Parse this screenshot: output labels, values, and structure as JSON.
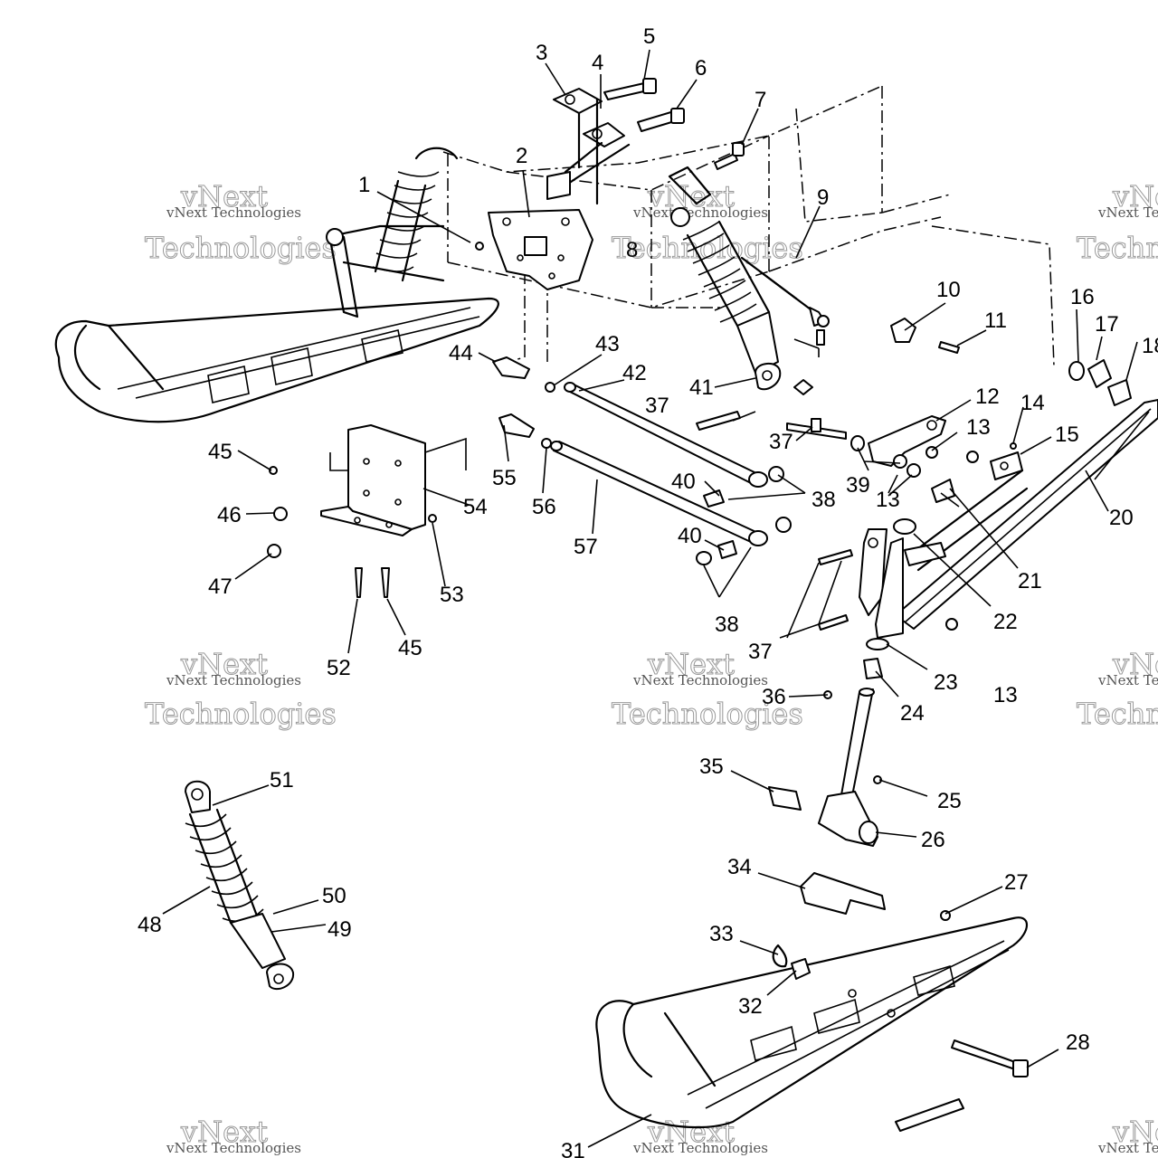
{
  "callouts": {
    "c1": "1",
    "c2": "2",
    "c3": "3",
    "c4": "4",
    "c5": "5",
    "c6": "6",
    "c7": "7",
    "c8": "8",
    "c9": "9",
    "c10": "10",
    "c11": "11",
    "c12": "12",
    "c13a": "13",
    "c13b": "13",
    "c13c": "13",
    "c14": "14",
    "c15": "15",
    "c16": "16",
    "c17": "17",
    "c18": "18",
    "c20": "20",
    "c21": "21",
    "c22": "22",
    "c23": "23",
    "c24": "24",
    "c25": "25",
    "c26": "26",
    "c27": "27",
    "c28": "28",
    "c31": "31",
    "c32": "32",
    "c33": "33",
    "c34": "34",
    "c35": "35",
    "c36": "36",
    "c37a": "37",
    "c37b": "37",
    "c37c": "37",
    "c38a": "38",
    "c38b": "38",
    "c39": "39",
    "c40a": "40",
    "c40b": "40",
    "c41": "41",
    "c42": "42",
    "c43": "43",
    "c44": "44",
    "c45a": "45",
    "c45b": "45",
    "c46": "46",
    "c47": "47",
    "c48": "48",
    "c49": "49",
    "c50": "50",
    "c51": "51",
    "c52": "52",
    "c53": "53",
    "c54": "54",
    "c55": "55",
    "c56": "56",
    "c57": "57"
  },
  "watermark": {
    "line1": "vNext",
    "line2": "Technologies",
    "small": "vNext Technologies"
  }
}
